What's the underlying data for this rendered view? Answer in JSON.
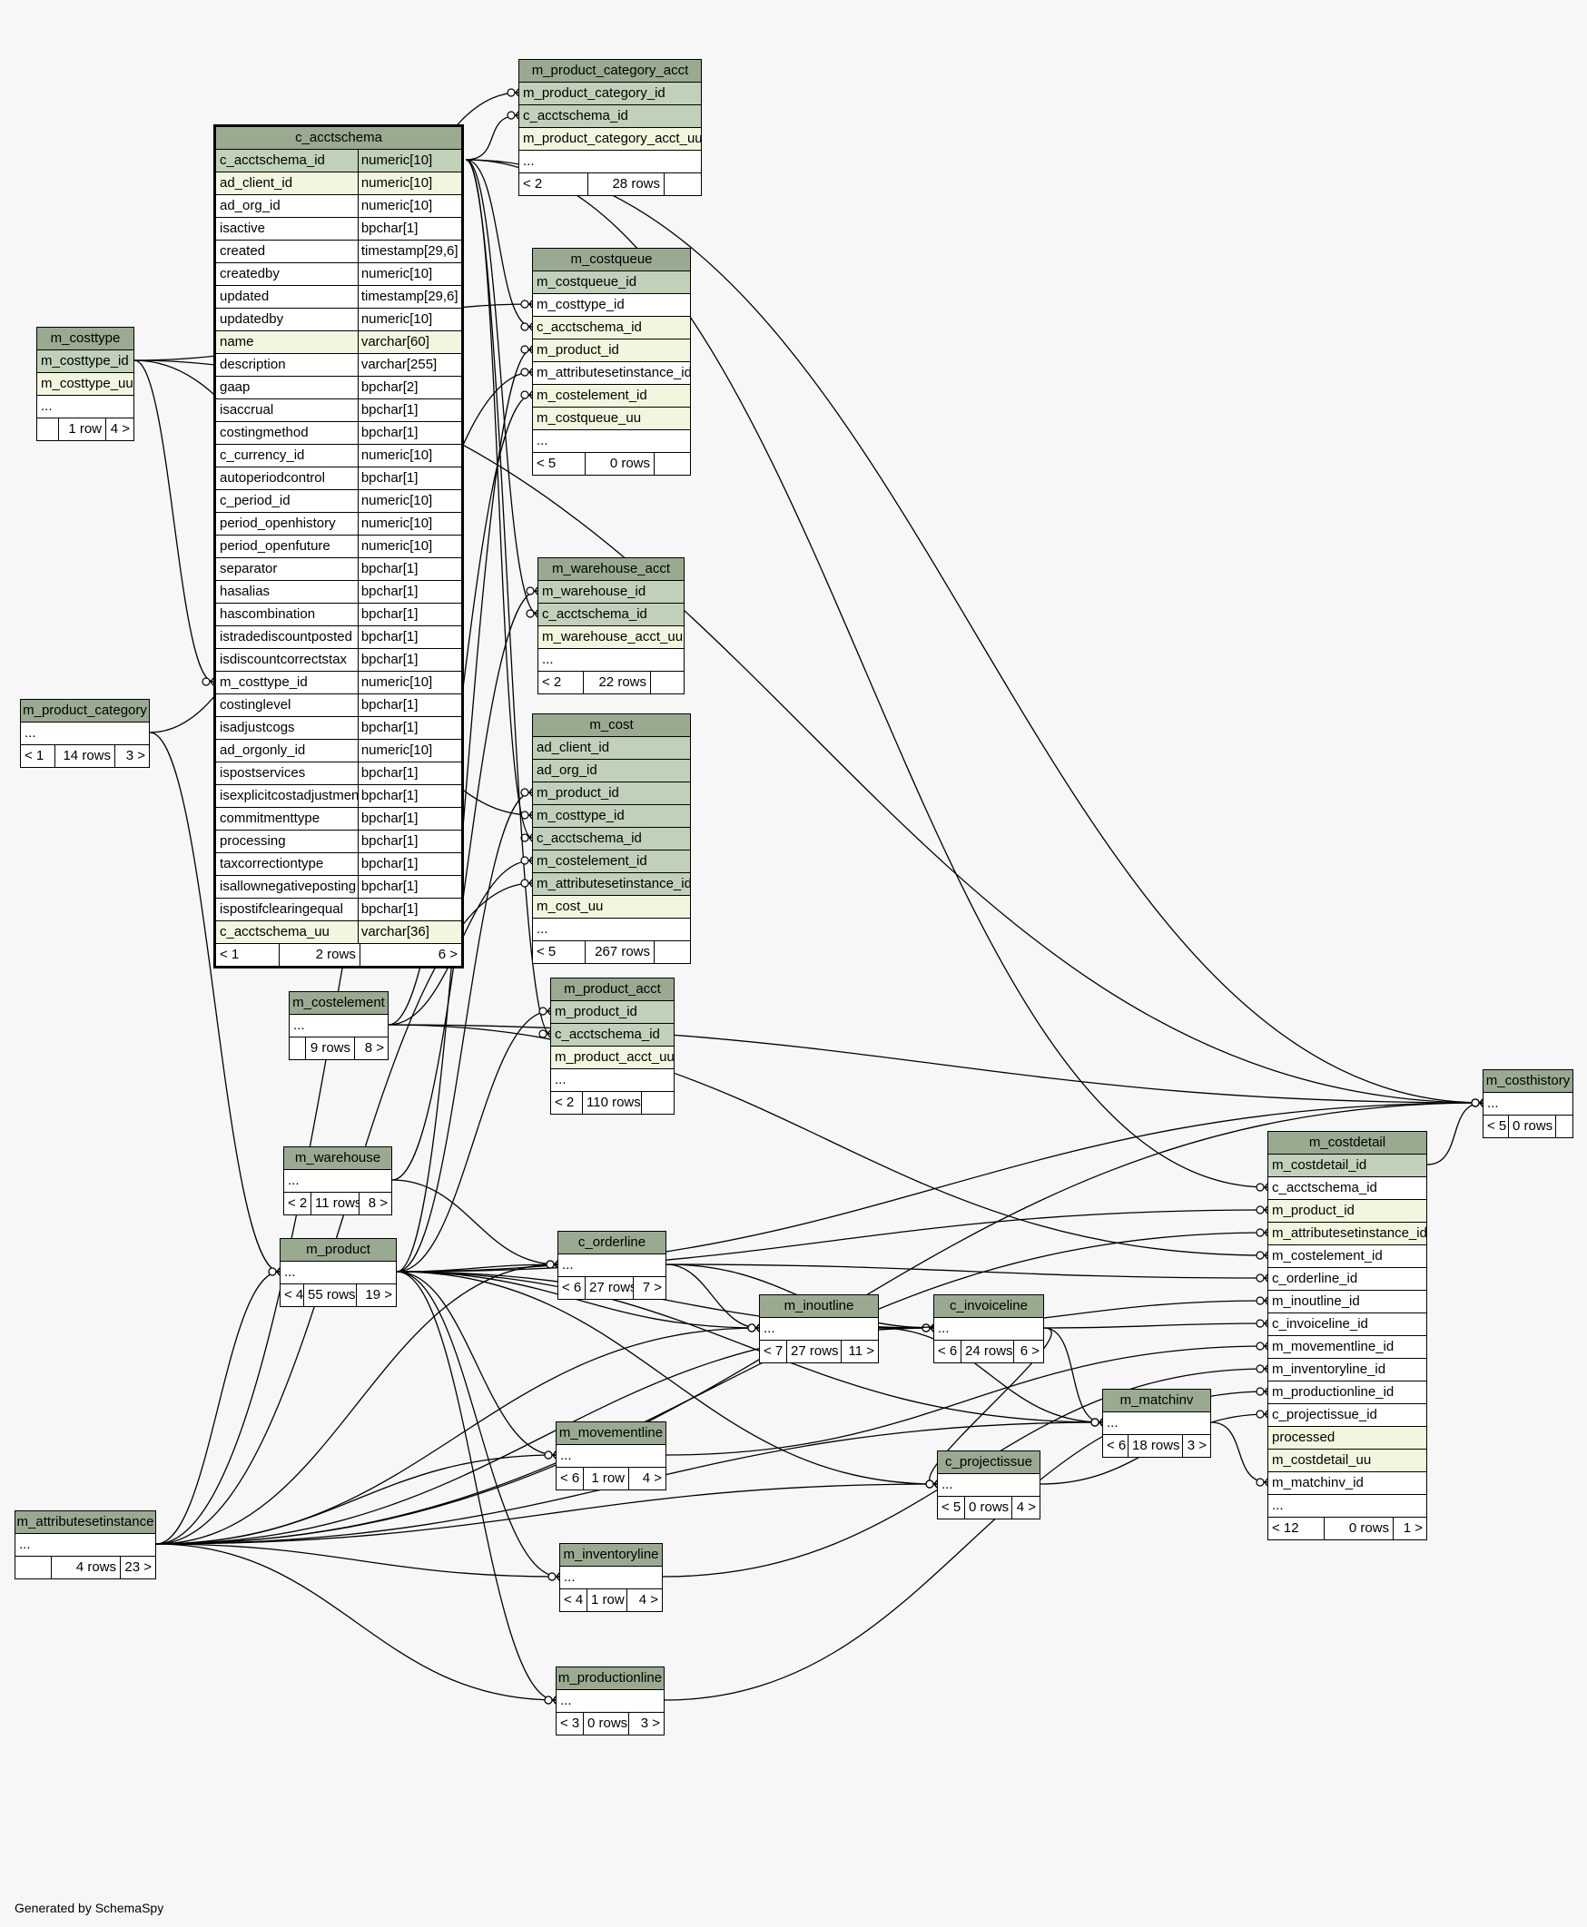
{
  "footer_text": "Generated by SchemaSpy",
  "colors": {
    "header": "#9aaa91",
    "primary_key": "#c0d0b9",
    "indexed": "#f3f6de",
    "background": "#f7f7f7"
  },
  "tables": {
    "m_costtype": {
      "name": "m_costtype",
      "rows": [
        {
          "col": "m_costtype_id",
          "style": "pk"
        },
        {
          "col": "m_costtype_uu",
          "style": "idx"
        },
        {
          "col": "...",
          "style": ""
        }
      ],
      "footer": [
        "",
        "1 row",
        "4 >"
      ]
    },
    "m_product_category": {
      "name": "m_product_category",
      "rows": [
        {
          "col": "...",
          "style": ""
        }
      ],
      "footer": [
        "< 1",
        "14 rows",
        "3 >"
      ]
    },
    "c_acctschema": {
      "name": "c_acctschema",
      "rows": [
        {
          "col": "c_acctschema_id",
          "type": "numeric[10]",
          "style": "pk"
        },
        {
          "col": "ad_client_id",
          "type": "numeric[10]",
          "style": "idx"
        },
        {
          "col": "ad_org_id",
          "type": "numeric[10]",
          "style": ""
        },
        {
          "col": "isactive",
          "type": "bpchar[1]",
          "style": ""
        },
        {
          "col": "created",
          "type": "timestamp[29,6]",
          "style": ""
        },
        {
          "col": "createdby",
          "type": "numeric[10]",
          "style": ""
        },
        {
          "col": "updated",
          "type": "timestamp[29,6]",
          "style": ""
        },
        {
          "col": "updatedby",
          "type": "numeric[10]",
          "style": ""
        },
        {
          "col": "name",
          "type": "varchar[60]",
          "style": "idx"
        },
        {
          "col": "description",
          "type": "varchar[255]",
          "style": ""
        },
        {
          "col": "gaap",
          "type": "bpchar[2]",
          "style": ""
        },
        {
          "col": "isaccrual",
          "type": "bpchar[1]",
          "style": ""
        },
        {
          "col": "costingmethod",
          "type": "bpchar[1]",
          "style": ""
        },
        {
          "col": "c_currency_id",
          "type": "numeric[10]",
          "style": ""
        },
        {
          "col": "autoperiodcontrol",
          "type": "bpchar[1]",
          "style": ""
        },
        {
          "col": "c_period_id",
          "type": "numeric[10]",
          "style": ""
        },
        {
          "col": "period_openhistory",
          "type": "numeric[10]",
          "style": ""
        },
        {
          "col": "period_openfuture",
          "type": "numeric[10]",
          "style": ""
        },
        {
          "col": "separator",
          "type": "bpchar[1]",
          "style": ""
        },
        {
          "col": "hasalias",
          "type": "bpchar[1]",
          "style": ""
        },
        {
          "col": "hascombination",
          "type": "bpchar[1]",
          "style": ""
        },
        {
          "col": "istradediscountposted",
          "type": "bpchar[1]",
          "style": ""
        },
        {
          "col": "isdiscountcorrectstax",
          "type": "bpchar[1]",
          "style": ""
        },
        {
          "col": "m_costtype_id",
          "type": "numeric[10]",
          "style": ""
        },
        {
          "col": "costinglevel",
          "type": "bpchar[1]",
          "style": ""
        },
        {
          "col": "isadjustcogs",
          "type": "bpchar[1]",
          "style": ""
        },
        {
          "col": "ad_orgonly_id",
          "type": "numeric[10]",
          "style": ""
        },
        {
          "col": "ispostservices",
          "type": "bpchar[1]",
          "style": ""
        },
        {
          "col": "isexplicitcostadjustment",
          "type": "bpchar[1]",
          "style": ""
        },
        {
          "col": "commitmenttype",
          "type": "bpchar[1]",
          "style": ""
        },
        {
          "col": "processing",
          "type": "bpchar[1]",
          "style": ""
        },
        {
          "col": "taxcorrectiontype",
          "type": "bpchar[1]",
          "style": ""
        },
        {
          "col": "isallownegativeposting",
          "type": "bpchar[1]",
          "style": ""
        },
        {
          "col": "ispostifclearingequal",
          "type": "bpchar[1]",
          "style": ""
        },
        {
          "col": "c_acctschema_uu",
          "type": "varchar[36]",
          "style": "idx"
        }
      ],
      "footer": [
        "< 1",
        "2 rows",
        "6 >"
      ]
    },
    "m_costelement": {
      "name": "m_costelement",
      "rows": [
        {
          "col": "...",
          "style": ""
        }
      ],
      "footer": [
        "",
        "9 rows",
        "8 >"
      ]
    },
    "m_warehouse": {
      "name": "m_warehouse",
      "rows": [
        {
          "col": "...",
          "style": ""
        }
      ],
      "footer": [
        "< 2",
        "11 rows",
        "8 >"
      ]
    },
    "m_product": {
      "name": "m_product",
      "rows": [
        {
          "col": "...",
          "style": ""
        }
      ],
      "footer": [
        "< 4",
        "55 rows",
        "19 >"
      ]
    },
    "m_attributesetinstance": {
      "name": "m_attributesetinstance",
      "rows": [
        {
          "col": "...",
          "style": ""
        }
      ],
      "footer": [
        "",
        "4 rows",
        "23 >"
      ]
    },
    "m_product_category_acct": {
      "name": "m_product_category_acct",
      "rows": [
        {
          "col": "m_product_category_id",
          "style": "pk"
        },
        {
          "col": "c_acctschema_id",
          "style": "pk"
        },
        {
          "col": "m_product_category_acct_uu",
          "style": "idx"
        },
        {
          "col": "...",
          "style": ""
        }
      ],
      "footer": [
        "< 2",
        "28 rows",
        ""
      ]
    },
    "m_costqueue": {
      "name": "m_costqueue",
      "rows": [
        {
          "col": "m_costqueue_id",
          "style": "pk"
        },
        {
          "col": "m_costtype_id",
          "style": ""
        },
        {
          "col": "c_acctschema_id",
          "style": "idx"
        },
        {
          "col": "m_product_id",
          "style": "idx"
        },
        {
          "col": "m_attributesetinstance_id",
          "style": ""
        },
        {
          "col": "m_costelement_id",
          "style": "idx"
        },
        {
          "col": "m_costqueue_uu",
          "style": "idx"
        },
        {
          "col": "...",
          "style": ""
        }
      ],
      "footer": [
        "< 5",
        "0 rows",
        ""
      ]
    },
    "m_warehouse_acct": {
      "name": "m_warehouse_acct",
      "rows": [
        {
          "col": "m_warehouse_id",
          "style": "pk"
        },
        {
          "col": "c_acctschema_id",
          "style": "pk"
        },
        {
          "col": "m_warehouse_acct_uu",
          "style": "idx"
        },
        {
          "col": "...",
          "style": ""
        }
      ],
      "footer": [
        "< 2",
        "22 rows",
        ""
      ]
    },
    "m_cost": {
      "name": "m_cost",
      "rows": [
        {
          "col": "ad_client_id",
          "style": "pk"
        },
        {
          "col": "ad_org_id",
          "style": "pk"
        },
        {
          "col": "m_product_id",
          "style": "pk"
        },
        {
          "col": "m_costtype_id",
          "style": "pk"
        },
        {
          "col": "c_acctschema_id",
          "style": "pk"
        },
        {
          "col": "m_costelement_id",
          "style": "pk"
        },
        {
          "col": "m_attributesetinstance_id",
          "style": "pk"
        },
        {
          "col": "m_cost_uu",
          "style": "idx"
        },
        {
          "col": "...",
          "style": ""
        }
      ],
      "footer": [
        "< 5",
        "267 rows",
        ""
      ]
    },
    "m_product_acct": {
      "name": "m_product_acct",
      "rows": [
        {
          "col": "m_product_id",
          "style": "pk"
        },
        {
          "col": "c_acctschema_id",
          "style": "pk"
        },
        {
          "col": "m_product_acct_uu",
          "style": "idx"
        },
        {
          "col": "...",
          "style": ""
        }
      ],
      "footer": [
        "< 2",
        "110 rows",
        ""
      ]
    },
    "c_orderline": {
      "name": "c_orderline",
      "rows": [
        {
          "col": "...",
          "style": ""
        }
      ],
      "footer": [
        "< 6",
        "27 rows",
        "7 >"
      ]
    },
    "m_inoutline": {
      "name": "m_inoutline",
      "rows": [
        {
          "col": "...",
          "style": ""
        }
      ],
      "footer": [
        "< 7",
        "27 rows",
        "11 >"
      ]
    },
    "c_invoiceline": {
      "name": "c_invoiceline",
      "rows": [
        {
          "col": "...",
          "style": ""
        }
      ],
      "footer": [
        "< 6",
        "24 rows",
        "6 >"
      ]
    },
    "m_matchinv": {
      "name": "m_matchinv",
      "rows": [
        {
          "col": "...",
          "style": ""
        }
      ],
      "footer": [
        "< 6",
        "18 rows",
        "3 >"
      ]
    },
    "c_projectissue": {
      "name": "c_projectissue",
      "rows": [
        {
          "col": "...",
          "style": ""
        }
      ],
      "footer": [
        "< 5",
        "0 rows",
        "4 >"
      ]
    },
    "m_movementline": {
      "name": "m_movementline",
      "rows": [
        {
          "col": "...",
          "style": ""
        }
      ],
      "footer": [
        "< 6",
        "1 row",
        "4 >"
      ]
    },
    "m_inventoryline": {
      "name": "m_inventoryline",
      "rows": [
        {
          "col": "...",
          "style": ""
        }
      ],
      "footer": [
        "< 4",
        "1 row",
        "4 >"
      ]
    },
    "m_productionline": {
      "name": "m_productionline",
      "rows": [
        {
          "col": "...",
          "style": ""
        }
      ],
      "footer": [
        "< 3",
        "0 rows",
        "3 >"
      ]
    },
    "m_costdetail": {
      "name": "m_costdetail",
      "rows": [
        {
          "col": "m_costdetail_id",
          "style": "pk"
        },
        {
          "col": "c_acctschema_id",
          "style": ""
        },
        {
          "col": "m_product_id",
          "style": "idx"
        },
        {
          "col": "m_attributesetinstance_id",
          "style": "idx"
        },
        {
          "col": "m_costelement_id",
          "style": ""
        },
        {
          "col": "c_orderline_id",
          "style": ""
        },
        {
          "col": "m_inoutline_id",
          "style": ""
        },
        {
          "col": "c_invoiceline_id",
          "style": ""
        },
        {
          "col": "m_movementline_id",
          "style": ""
        },
        {
          "col": "m_inventoryline_id",
          "style": ""
        },
        {
          "col": "m_productionline_id",
          "style": ""
        },
        {
          "col": "c_projectissue_id",
          "style": ""
        },
        {
          "col": "processed",
          "style": "idx"
        },
        {
          "col": "m_costdetail_uu",
          "style": "idx"
        },
        {
          "col": "m_matchinv_id",
          "style": ""
        },
        {
          "col": "...",
          "style": ""
        }
      ],
      "footer": [
        "< 12",
        "0 rows",
        "1 >"
      ]
    },
    "m_costhistory": {
      "name": "m_costhistory",
      "rows": [
        {
          "col": "...",
          "style": ""
        }
      ],
      "footer": [
        "< 5",
        "0 rows",
        ""
      ]
    }
  }
}
